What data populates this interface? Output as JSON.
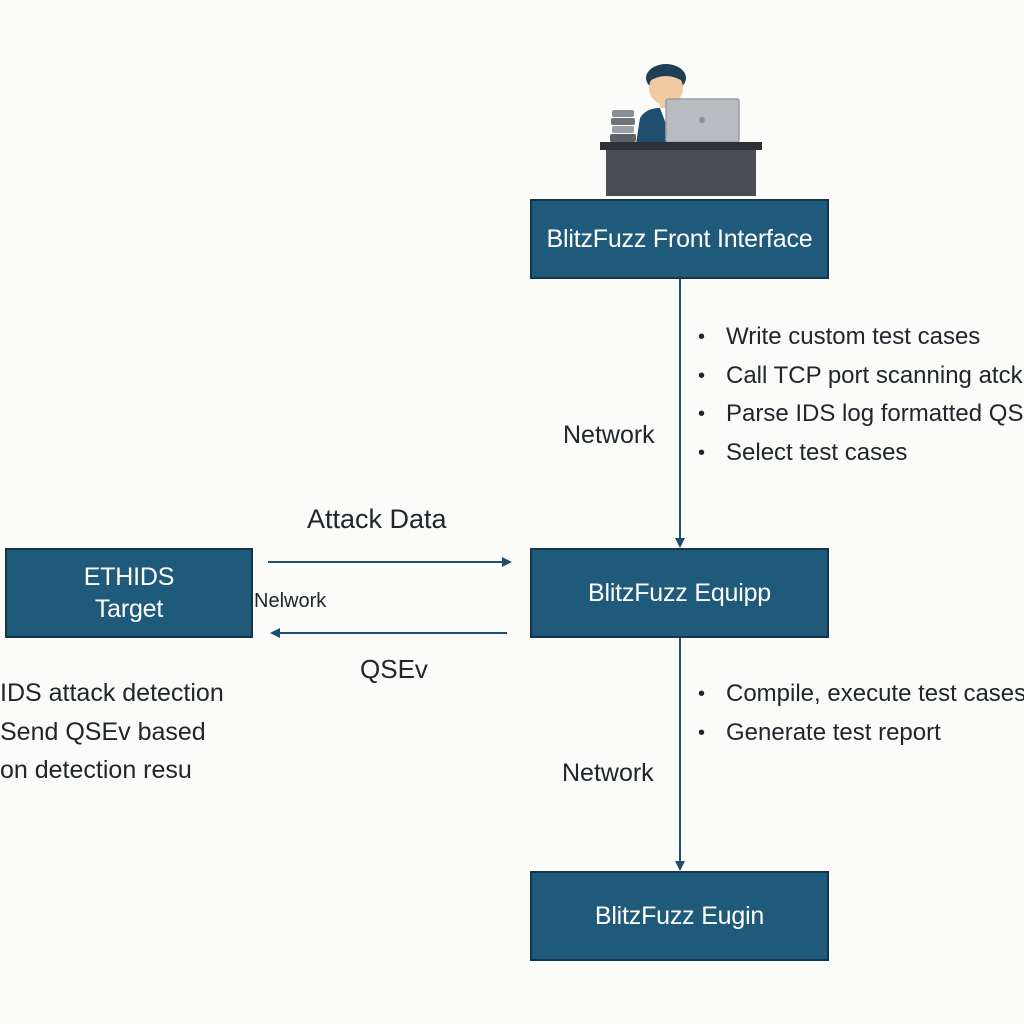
{
  "nodes": {
    "front_interface": {
      "label": "BlitzFuzz Front Interface"
    },
    "equipp": {
      "label": "BlitzFuzz Equipp"
    },
    "eugin": {
      "label": "BlitzFuzz Eugin"
    },
    "ethids": {
      "line1": "ETHIDS",
      "line2": "Target"
    }
  },
  "edge_labels": {
    "network_top": "Network",
    "network_bottom": "Network",
    "network_left": "Nelwork",
    "attack_data": "Attack Data",
    "qsev": "QSEv"
  },
  "front_interface_bullets": [
    "Write custom test cases",
    "Call TCP port scanning atck",
    "Parse IDS log formatted QS",
    "Select test cases"
  ],
  "equipp_bullets": [
    "Compile, execute test cases",
    "Generate test report"
  ],
  "target_notes": [
    "IDS attack detection",
    "Send QSEv based",
    "on detection resu"
  ],
  "colors": {
    "box_fill": "#1f5a7a",
    "box_border": "#15364a",
    "arrow": "#1f4e6e",
    "desk": "#4a4d52",
    "person_shirt": "#1f4e6e",
    "laptop": "#b8bcc1"
  },
  "icons": {
    "operator": "person-at-laptop-icon"
  }
}
